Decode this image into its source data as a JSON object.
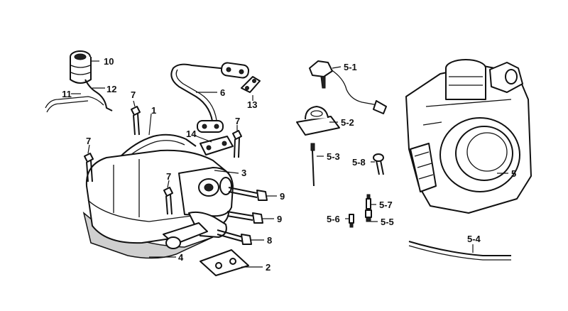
{
  "labels": {
    "l1": "1",
    "l2": "2",
    "l3": "3",
    "l4": "4",
    "l5": "5",
    "l6": "6",
    "l7a": "7",
    "l7b": "7",
    "l7c": "7",
    "l7d": "7",
    "l8": "8",
    "l9a": "9",
    "l9b": "9",
    "l10": "10",
    "l11": "11",
    "l12": "12",
    "l13": "13",
    "l14": "14",
    "l5_1": "5-1",
    "l5_2": "5-2",
    "l5_3": "5-3",
    "l5_4": "5-4",
    "l5_5": "5-5",
    "l5_6": "5-6",
    "l5_7": "5-7",
    "l5_8": "5-8"
  }
}
